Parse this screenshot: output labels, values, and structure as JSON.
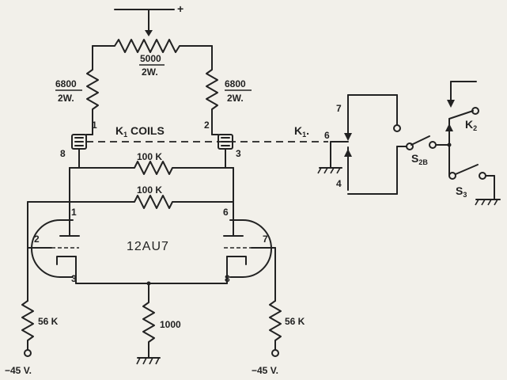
{
  "supply": {
    "plus": "+"
  },
  "pot": {
    "value": "5000",
    "rating": "2W."
  },
  "r_left": {
    "value": "6800",
    "rating": "2W."
  },
  "r_right": {
    "value": "6800",
    "rating": "2W."
  },
  "coils": {
    "label_pre": "K",
    "label_sub": "1",
    "label_post": " COILS",
    "pin1": "1",
    "pin2": "2",
    "pin8": "8",
    "pin3": "3"
  },
  "relay_k1": {
    "label_pre": "K",
    "label_sub": "1",
    "label_post": ".",
    "pin7": "7",
    "pin6": "6",
    "pin4": "4"
  },
  "r_100k_top": {
    "value": "100 K"
  },
  "r_100k_bot": {
    "value": "100 K"
  },
  "tube": {
    "type": "12AU7",
    "pin1": "1",
    "pin2": "2",
    "pin3": "3",
    "pin6": "6",
    "pin7": "7",
    "pin8": "8"
  },
  "r_56k_left": {
    "value": "56 K"
  },
  "r_56k_right": {
    "value": "56 K"
  },
  "r_cathode": {
    "value": "1000"
  },
  "bias_left": {
    "value": "−45 V."
  },
  "bias_right": {
    "value": "−45 V."
  },
  "switch_s2b": {
    "label_pre": "S",
    "label_sub": "2B"
  },
  "relay_k2": {
    "label_pre": "K",
    "label_sub": "2"
  },
  "switch_s3": {
    "label_pre": "S",
    "label_sub": "3"
  }
}
